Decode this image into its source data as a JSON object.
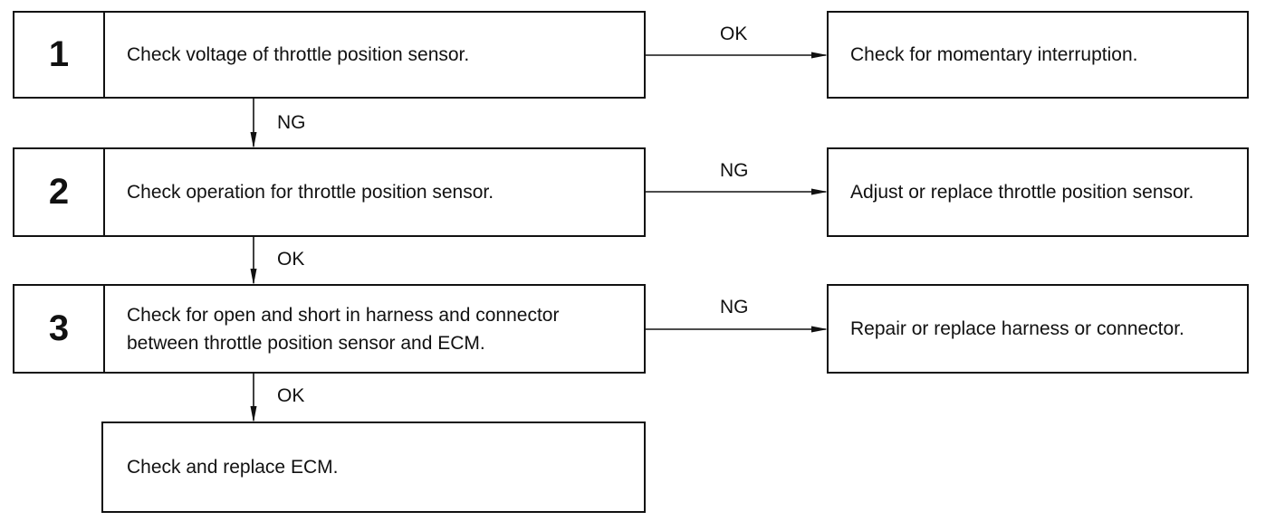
{
  "steps": [
    {
      "number": "1",
      "text": "Check voltage of throttle position sensor."
    },
    {
      "number": "2",
      "text": "Check operation for throttle position sensor."
    },
    {
      "number": "3",
      "text": "Check for open and short in harness and connector between throttle position sensor and ECM."
    }
  ],
  "final_step": {
    "text": "Check and replace ECM."
  },
  "results": [
    {
      "text": "Check for momentary interruption."
    },
    {
      "text": "Adjust or replace throttle position sensor."
    },
    {
      "text": "Repair or replace harness or connector."
    }
  ],
  "labels": {
    "step1_right": "OK",
    "step1_down": "NG",
    "step2_right": "NG",
    "step2_down": "OK",
    "step3_right": "NG",
    "step3_down": "OK"
  }
}
